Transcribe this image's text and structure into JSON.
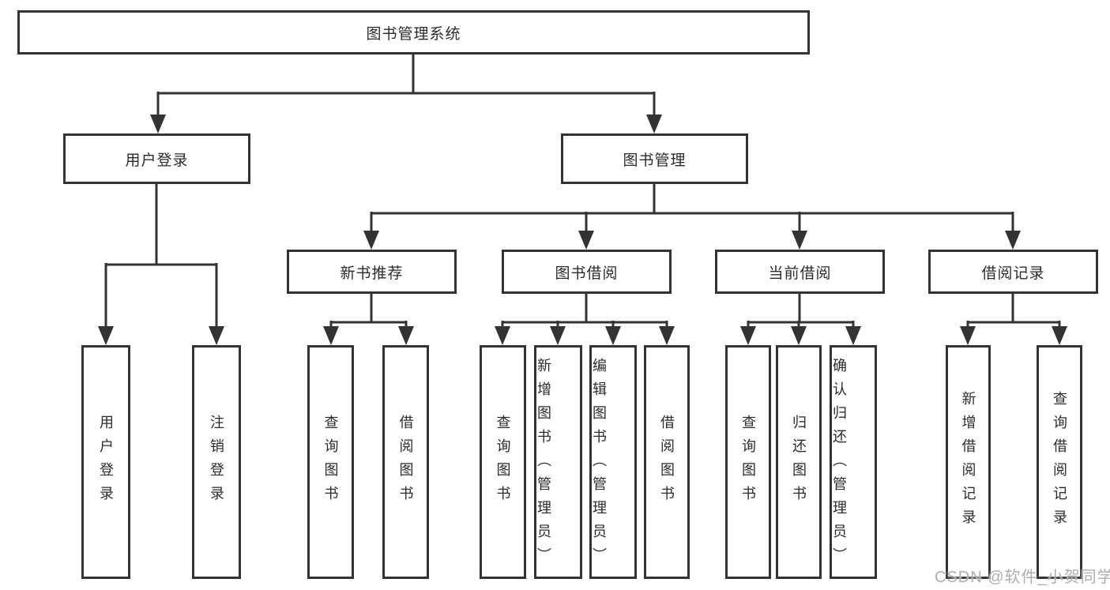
{
  "tree": {
    "root": {
      "label": "图书管理系统"
    },
    "children": [
      {
        "label": "用户登录",
        "children": [
          "用户登录",
          "注销登录"
        ]
      },
      {
        "label": "图书管理",
        "children": [
          {
            "label": "新书推荐",
            "children": [
              "查询图书",
              "借阅图书"
            ]
          },
          {
            "label": "图书借阅",
            "children": [
              "查询图书",
              "新增图书（管理员）",
              "编辑图书（管理员）",
              "借阅图书"
            ]
          },
          {
            "label": "当前借阅",
            "children": [
              "查询图书",
              "归还图书",
              "确认归还（管理员）"
            ]
          },
          {
            "label": "借阅记录",
            "children": [
              "新增借阅记录",
              "查询借阅记录"
            ]
          }
        ]
      }
    ]
  },
  "watermark": {
    "text": "CSDN @软件_小贺同学",
    "color": "#aeaeae"
  },
  "colors": {
    "line": "#333333",
    "box_border": "#333333",
    "text": "#2b2b2b",
    "background": "#ffffff"
  }
}
